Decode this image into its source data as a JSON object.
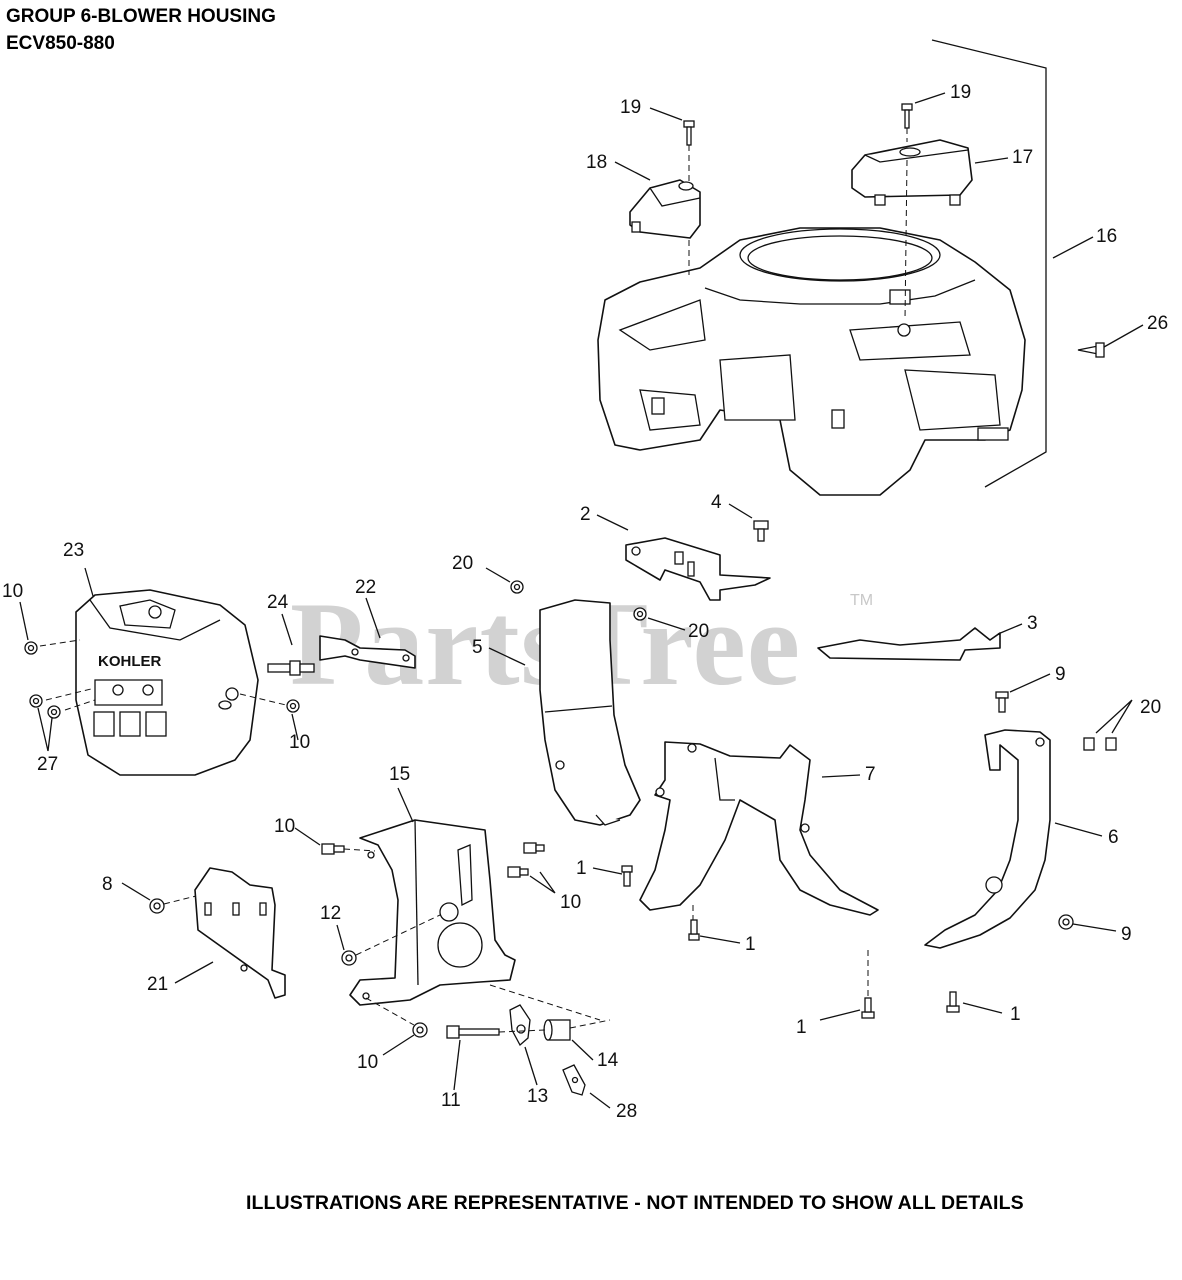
{
  "title_line1": "GROUP 6-BLOWER HOUSING",
  "title_line2": "ECV850-880",
  "footer_note": "ILLUSTRATIONS ARE REPRESENTATIVE - NOT INTENDED TO SHOW ALL DETAILS",
  "watermark": "PartsTree",
  "trademark": "TM",
  "logo_text": "KOHLER",
  "callouts": {
    "c1a": "1",
    "c1b": "1",
    "c1c": "1",
    "c1d": "1",
    "c2": "2",
    "c3": "3",
    "c4": "4",
    "c5": "5",
    "c6": "6",
    "c7": "7",
    "c8": "8",
    "c9a": "9",
    "c9b": "9",
    "c10a": "10",
    "c10b": "10",
    "c10c": "10",
    "c10d": "10",
    "c10e": "10",
    "c11": "11",
    "c12": "12",
    "c13": "13",
    "c14": "14",
    "c15": "15",
    "c16": "16",
    "c17": "17",
    "c18": "18",
    "c19a": "19",
    "c19b": "19",
    "c20a": "20",
    "c20b": "20",
    "c20c": "20",
    "c21": "21",
    "c22": "22",
    "c23": "23",
    "c24": "24",
    "c26": "26",
    "c27": "27",
    "c28": "28"
  }
}
